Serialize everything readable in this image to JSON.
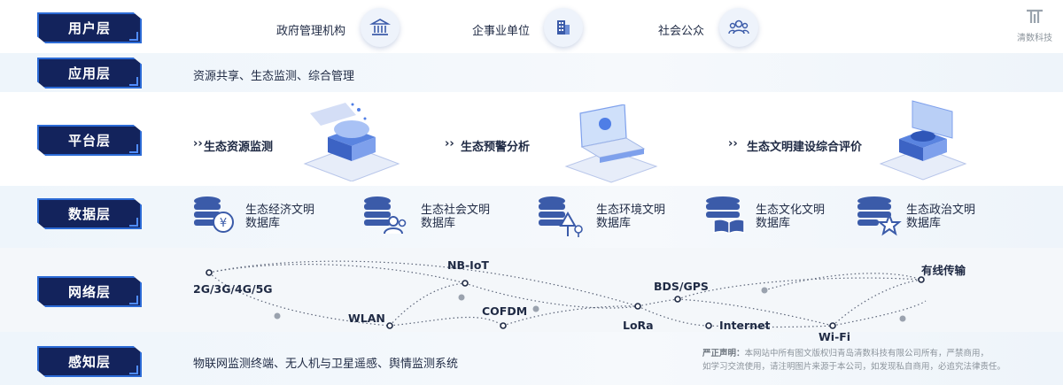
{
  "layers": {
    "user": "用户层",
    "app": "应用层",
    "platform": "平台层",
    "data": "数据层",
    "network": "网络层",
    "sensing": "感知层"
  },
  "user_items": [
    {
      "label": "政府管理机构",
      "icon": "government-building-icon"
    },
    {
      "label": "企事业单位",
      "icon": "office-building-icon"
    },
    {
      "label": "社会公众",
      "icon": "people-icon"
    }
  ],
  "app_text": "资源共享、生态监测、综合管理",
  "platform_items": [
    {
      "label": "生态资源监测",
      "chevron": "››"
    },
    {
      "label": "生态预警分析",
      "chevron": "››"
    },
    {
      "label": "生态文明建设综合评价",
      "chevron": "››"
    }
  ],
  "databases": [
    {
      "line1": "生态经济文明",
      "line2": "数据库",
      "icon": "database-yen-icon"
    },
    {
      "line1": "生态社会文明",
      "line2": "数据库",
      "icon": "database-people-icon"
    },
    {
      "line1": "生态环境文明",
      "line2": "数据库",
      "icon": "database-tree-icon"
    },
    {
      "line1": "生态文化文明",
      "line2": "数据库",
      "icon": "database-book-icon"
    },
    {
      "line1": "生态政治文明",
      "line2": "数据库",
      "icon": "database-star-icon"
    }
  ],
  "network_nodes": [
    "2G/3G/4G/5G",
    "NB-IoT",
    "WLAN",
    "COFDM",
    "LoRa",
    "BDS/GPS",
    "Internet",
    "Wi-Fi",
    "有线传输"
  ],
  "sensing_text": "物联网监测终端、无人机与卫星遥感、舆情监测系统",
  "logo_text": "清数科技",
  "notice": {
    "title": "严正声明：",
    "line1": "本网站中所有图文版权归青岛清数科技有限公司所有，严禁商用，",
    "line2": "如学习交流使用，请注明图片来源于本公司，如发现私自商用，必追究法律责任。"
  },
  "colors": {
    "layer_bg": "#13235c",
    "accent": "#2c6bd6",
    "icon": "#3b5ba9"
  }
}
